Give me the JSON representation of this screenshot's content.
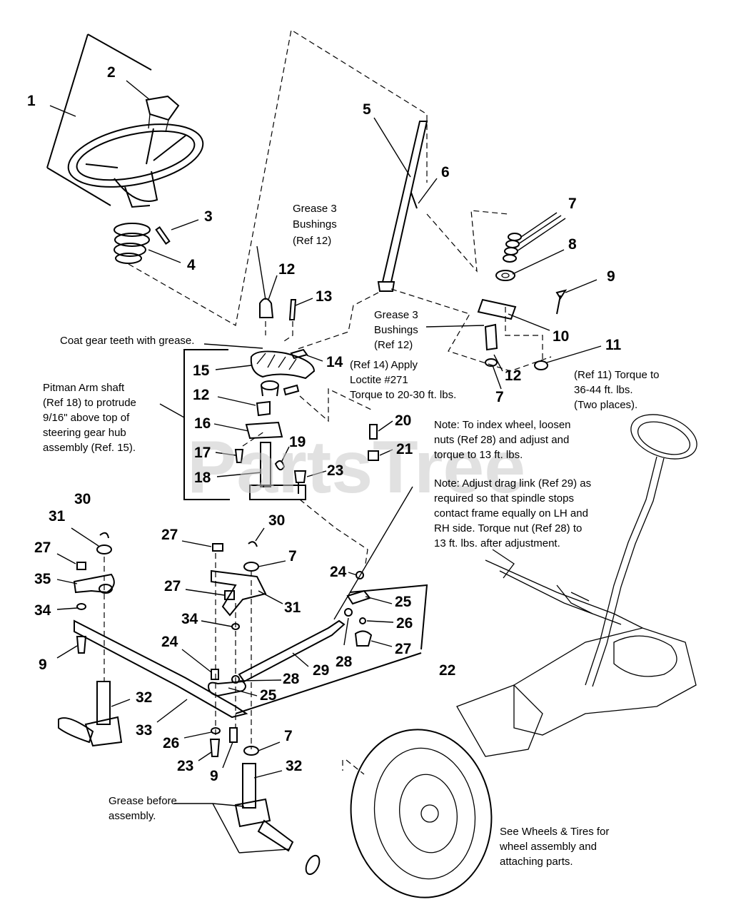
{
  "watermark": "PartsTree",
  "callouts": [
    {
      "id": "c1",
      "label": "1"
    },
    {
      "id": "c2",
      "label": "2"
    },
    {
      "id": "c3",
      "label": "3"
    },
    {
      "id": "c4",
      "label": "4"
    },
    {
      "id": "c5",
      "label": "5"
    },
    {
      "id": "c6",
      "label": "6"
    },
    {
      "id": "c7a",
      "label": "7"
    },
    {
      "id": "c8",
      "label": "8"
    },
    {
      "id": "c9a",
      "label": "9"
    },
    {
      "id": "c10",
      "label": "10"
    },
    {
      "id": "c11",
      "label": "11"
    },
    {
      "id": "c12a",
      "label": "12"
    },
    {
      "id": "c13",
      "label": "13"
    },
    {
      "id": "c14",
      "label": "14"
    },
    {
      "id": "c15",
      "label": "15"
    },
    {
      "id": "c12b",
      "label": "12"
    },
    {
      "id": "c16",
      "label": "16"
    },
    {
      "id": "c17",
      "label": "17"
    },
    {
      "id": "c18",
      "label": "18"
    },
    {
      "id": "c19",
      "label": "19"
    },
    {
      "id": "c20",
      "label": "20"
    },
    {
      "id": "c21",
      "label": "21"
    },
    {
      "id": "c23a",
      "label": "23"
    },
    {
      "id": "c12c",
      "label": "12"
    },
    {
      "id": "c7b",
      "label": "7"
    },
    {
      "id": "c30a",
      "label": "30"
    },
    {
      "id": "c31a",
      "label": "31"
    },
    {
      "id": "c27a",
      "label": "27"
    },
    {
      "id": "c35",
      "label": "35"
    },
    {
      "id": "c34a",
      "label": "34"
    },
    {
      "id": "c9b",
      "label": "9"
    },
    {
      "id": "c27b",
      "label": "27"
    },
    {
      "id": "c30b",
      "label": "30"
    },
    {
      "id": "c7c",
      "label": "7"
    },
    {
      "id": "c27c",
      "label": "27"
    },
    {
      "id": "c31b",
      "label": "31"
    },
    {
      "id": "c34b",
      "label": "34"
    },
    {
      "id": "c24a",
      "label": "24"
    },
    {
      "id": "c28a",
      "label": "28"
    },
    {
      "id": "c25a",
      "label": "25"
    },
    {
      "id": "c29",
      "label": "29"
    },
    {
      "id": "c24b",
      "label": "24"
    },
    {
      "id": "c25b",
      "label": "25"
    },
    {
      "id": "c26a",
      "label": "26"
    },
    {
      "id": "c28b",
      "label": "28"
    },
    {
      "id": "c27d",
      "label": "27"
    },
    {
      "id": "c22",
      "label": "22"
    },
    {
      "id": "c32a",
      "label": "32"
    },
    {
      "id": "c33",
      "label": "33"
    },
    {
      "id": "c26b",
      "label": "26"
    },
    {
      "id": "c23b",
      "label": "23"
    },
    {
      "id": "c9c",
      "label": "9"
    },
    {
      "id": "c7d",
      "label": "7"
    },
    {
      "id": "c32b",
      "label": "32"
    }
  ],
  "notes": {
    "grease_bushings_top": [
      "Grease 3",
      "Bushings",
      "(Ref 12)"
    ],
    "grease_bushings_right": [
      "Grease 3",
      "Bushings",
      "(Ref 12)"
    ],
    "coat_gear": "Coat gear teeth with grease.",
    "loctite": [
      "(Ref 14) Apply",
      "Loctite #271",
      "Torque to 20-30 ft. lbs."
    ],
    "torque_ref11": [
      "(Ref 11) Torque to",
      "36-44  ft. lbs.",
      "(Two places)."
    ],
    "pitman": [
      "Pitman Arm shaft",
      "(Ref 18) to protrude",
      "9/16\" above top of",
      "steering gear hub",
      "assembly (Ref. 15)."
    ],
    "note_index": [
      "Note:  To index wheel, loosen",
      "nuts (Ref 28) and adjust and",
      "torque to 13 ft. lbs."
    ],
    "note_drag": [
      "Note:  Adjust drag link (Ref 29) as",
      "required so that spindle stops",
      "contact frame equally on LH and",
      "RH side. Torque nut (Ref 28) to",
      "13 ft. lbs. after adjustment."
    ],
    "grease_before": [
      "Grease before",
      "assembly."
    ],
    "wheels": [
      "See Wheels & Tires for",
      "wheel assembly and",
      "attaching parts."
    ]
  }
}
